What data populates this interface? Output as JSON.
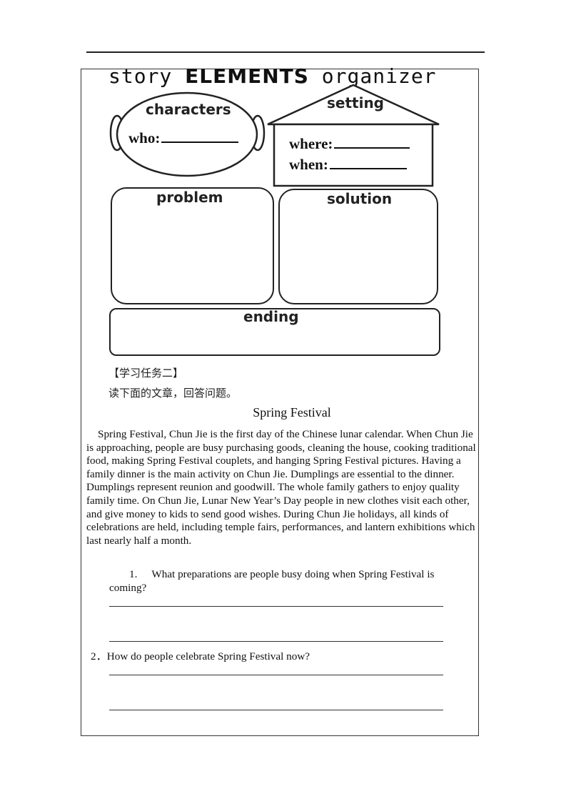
{
  "organizer": {
    "title_part1": "story ",
    "title_part2": "ELEMENTS",
    "title_part3": " organizer",
    "characters_label": "characters",
    "who_label": "who:",
    "setting_label": "setting",
    "where_label": "where:",
    "when_label": "when:",
    "problem_label": "problem",
    "solution_label": "solution",
    "ending_label": "ending"
  },
  "task": {
    "heading": "【学习任务二】",
    "instruction": "读下面的文章，回答问题。"
  },
  "article": {
    "title": "Spring Festival",
    "body": "Spring Festival, Chun Jie is the first day of the  Chinese  lunar calendar. When Chun Jie is approaching,  people are busy purchasing goods, cleaning the house, cooking traditional food, making Spring Festival couplets, and hanging Spring Festival pictures. Having a family dinner is the main activity on Chun Jie. Dumplings are essential to the dinner. Dumplings represent reunion and goodwill. The whole family gathers to enjoy quality family time.  On Chun Jie, Lunar New Year’s Day people in new clothes visit each other, and give money to kids to send good wishes.  During Chun Jie holidays, all kinds of celebrations are held, including temple fairs, performances, and lantern exhibitions which last nearly half a month."
  },
  "questions": [
    {
      "number": "1.",
      "text": "What preparations are people busy doing when Spring Festival is coming?"
    },
    {
      "number": "2．",
      "text": "How do people celebrate Spring Festival now?"
    }
  ]
}
